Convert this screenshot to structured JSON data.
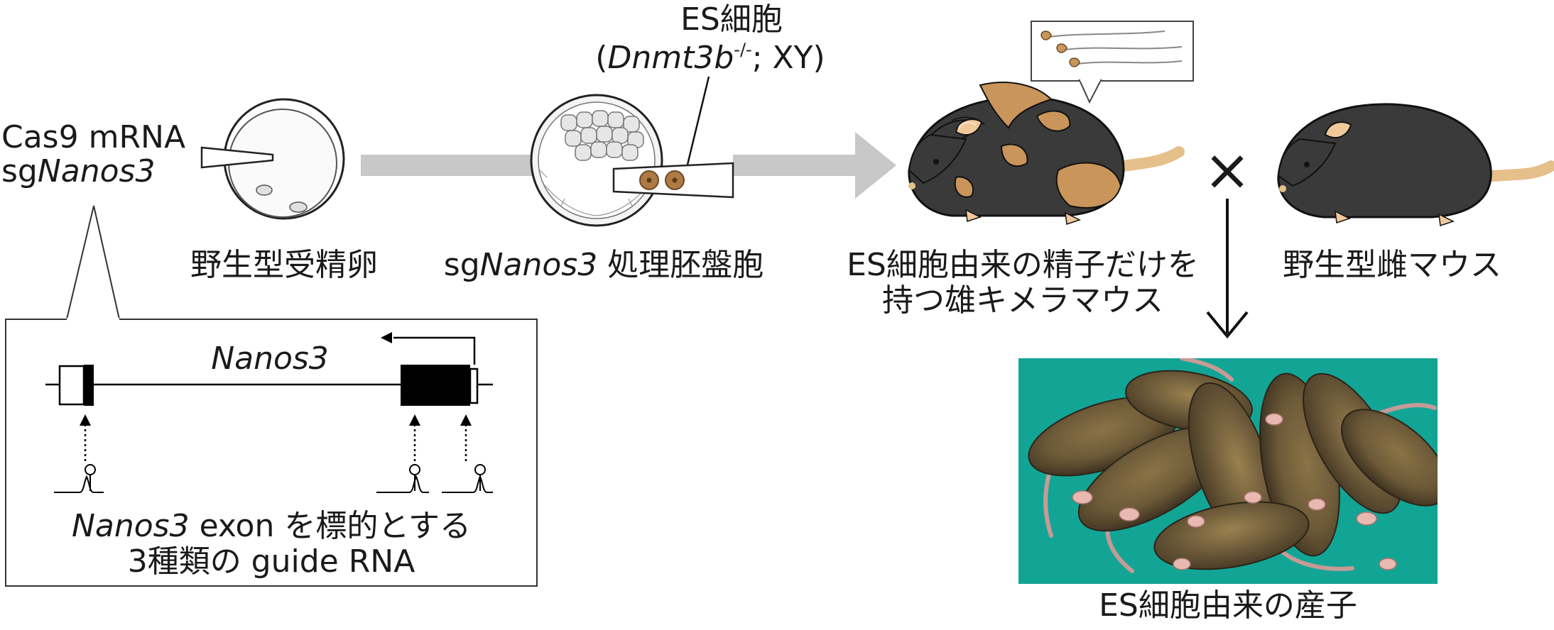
{
  "inputs": {
    "line1": "Cas9 mRNA",
    "line2_prefix": "sg",
    "line2_gene": "Nanos3"
  },
  "steps": {
    "fertilized_egg": "野生型受精卵",
    "blastocyst_prefix": "sg",
    "blastocyst_gene": "Nanos3",
    "blastocyst_suffix": " 処理胚盤胞",
    "es_cells_title": "ES細胞",
    "es_genotype_open": "(",
    "es_genotype_gene": "Dnmt3b",
    "es_genotype_sup": "-/-",
    "es_genotype_rest": "; XY)",
    "chimera_line1": "ES細胞由来の精子だけを",
    "chimera_line2": "持つ雄キメラマウス",
    "cross_symbol": "×",
    "female": "野生型雌マウス",
    "offspring": "ES細胞由来の産子"
  },
  "inset": {
    "gene": "Nanos3",
    "caption1_gene": "Nanos3",
    "caption1_rest": " exon を標的とする",
    "caption2": "3種類の guide RNA"
  },
  "colors": {
    "arrow_gray": "#c8c8c8",
    "mouse_dark": "#3a3a3a",
    "mouse_patch": "#c9955a",
    "es_cell_brown": "#b07a45",
    "photo_green": "#12a596",
    "exon_black": "#000000"
  }
}
